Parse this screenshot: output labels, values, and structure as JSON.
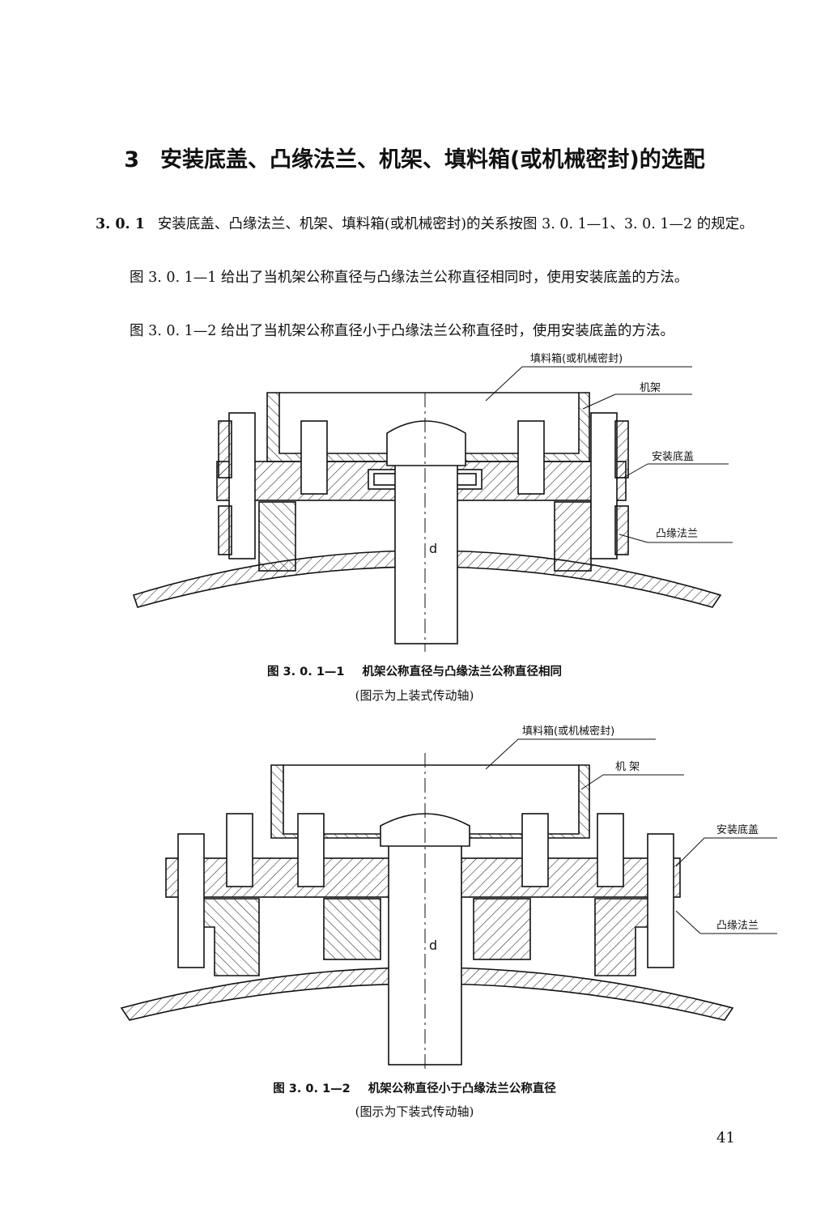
{
  "heading": {
    "number": "3",
    "text": "安装底盖、凸缘法兰、机架、填料箱(或机械密封)的选配"
  },
  "clause": {
    "number": "3. 0. 1",
    "text": "安装底盖、凸缘法兰、机架、填料箱(或机械密封)的关系按图 3. 0. 1—1、3. 0. 1—2 的规定。"
  },
  "para2": "图 3. 0. 1—1 给出了当机架公称直径与凸缘法兰公称直径相同时，使用安装底盖的方法。",
  "para3": "图 3. 0. 1—2 给出了当机架公称直径小于凸缘法兰公称直径时，使用安装底盖的方法。",
  "figure1": {
    "labels": {
      "stuffing_box": "填料箱(或机械密封)",
      "frame": "机架",
      "base_cover": "安装底盖",
      "flange": "凸缘法兰",
      "shaft_d": "d"
    },
    "caption_number": "图 3. 0. 1—1",
    "caption_title": "机架公称直径与凸缘法兰公称直径相同",
    "caption_note": "(图示为上装式传动轴)"
  },
  "figure2": {
    "labels": {
      "stuffing_box": "填料箱(或机械密封)",
      "frame": "机 架",
      "base_cover": "安装底盖",
      "flange": "凸缘法兰",
      "shaft_d": "d"
    },
    "caption_number": "图 3. 0. 1—2",
    "caption_title": "机架公称直径小于凸缘法兰公称直径",
    "caption_note": "(图示为下装式传动轴)"
  },
  "page_number": "41"
}
